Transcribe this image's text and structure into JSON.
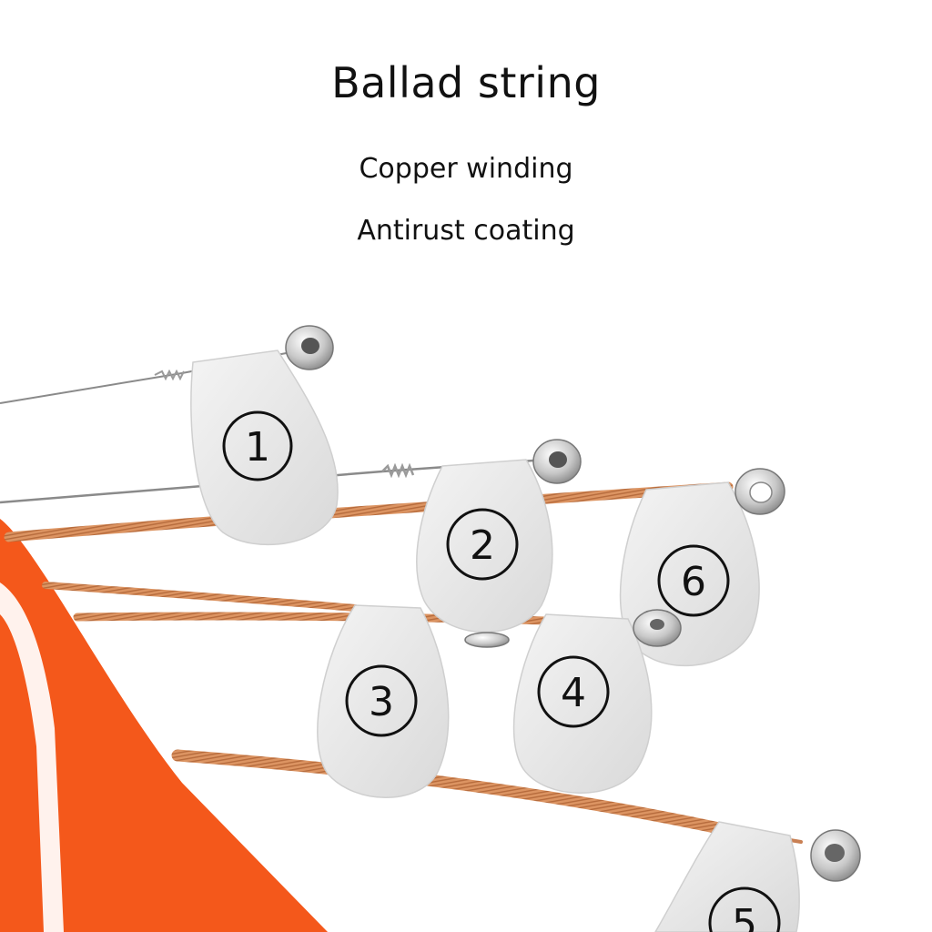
{
  "title": "Ballad string",
  "features": [
    "Copper winding",
    "Antirust coating"
  ],
  "tags": [
    "1",
    "2",
    "3",
    "4",
    "5",
    "6"
  ],
  "colors": {
    "orange_bag": "#f4581b",
    "bronze": "#d98f5e",
    "steel": "#8a8a8a",
    "tag": "#e8e8e8"
  }
}
